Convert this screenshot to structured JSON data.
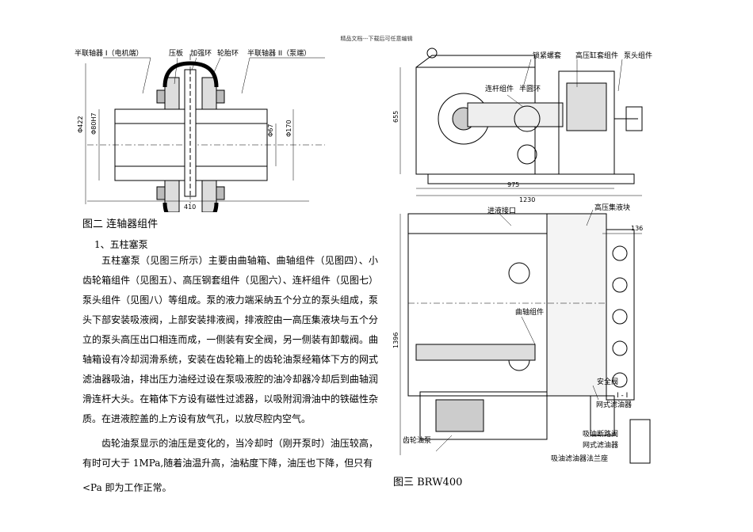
{
  "header": {
    "note": "精品文档---下载后可任意编辑"
  },
  "fig2": {
    "caption": "图二  连轴器组件",
    "labels": {
      "half_motor": "半联轴器 I（电机端）",
      "press_plate": "压板",
      "reinforce_ring": "加强环",
      "tire_ring": "轮胎环",
      "half_pump": "半联轴器 II（泵端）"
    },
    "dims": {
      "d422": "Φ422",
      "d80": "Φ80H7",
      "d67": "Φ67",
      "d170": "Φ170",
      "w410": "410"
    }
  },
  "section": {
    "title": "1、五柱塞泵"
  },
  "paragraphs": [
    "五柱塞泵（见图三所示）主要由曲轴箱、曲轴组件（见图四）、小齿轮箱组件（见图五）、高压钢套组件（见图六）、连杆组件（见图七）泵头组件（见图八）等组成。泵的液力端采纳五个分立的泵头组成，泵头下部安装吸液阀，上部安装排液阀，排液腔由一高压集液块与五个分立的泵头高压出口相连而成，一侧装有安全阀，另一侧装有卸载阀。曲轴箱设有冷却润滑系统，安装在齿轮箱上的齿轮油泵经箱体下方的网式滤油器吸油，排出压力油经过设在泵吸液腔的油冷却器冷却后到曲轴润滑连杆大头。在箱体下方设有磁性过滤器，以吸附润滑油中的铁磁性杂质。在进液腔盖的上方设有放气孔，以放尽腔内空气。",
    "齿轮油泵显示的油压是变化的，当冷却时（刚开泵时）油压较高，有时可大于 1MPa,随着油温升高，油粘度下降，油压也下降，但只有",
    "<Pa 即为工作正常。"
  ],
  "fig3": {
    "caption": "图三 BRW400",
    "labels": {
      "lock_nut": "锁紧螺套",
      "hp_cylinder": "高压缸套组件",
      "pump_head": "泵头组件",
      "conn_rod": "连杆组件",
      "half_ring": "半圆环",
      "inlet": "进液接口",
      "hp_manifold": "高压集液块",
      "crankshaft": "曲轴组件",
      "safety_valve": "安全阀",
      "section_11": "I - I",
      "mesh_filter": "网式滤油器",
      "gear_pump": "齿轮油泵",
      "suction_valve": "吸油断路阀",
      "mesh_filter2": "网式滤油器",
      "suction_flange": "吸油滤油器法兰座"
    },
    "dims": {
      "h655": "655",
      "w975": "975",
      "w1230": "1230",
      "h1396": "1396",
      "d136": "136"
    }
  }
}
